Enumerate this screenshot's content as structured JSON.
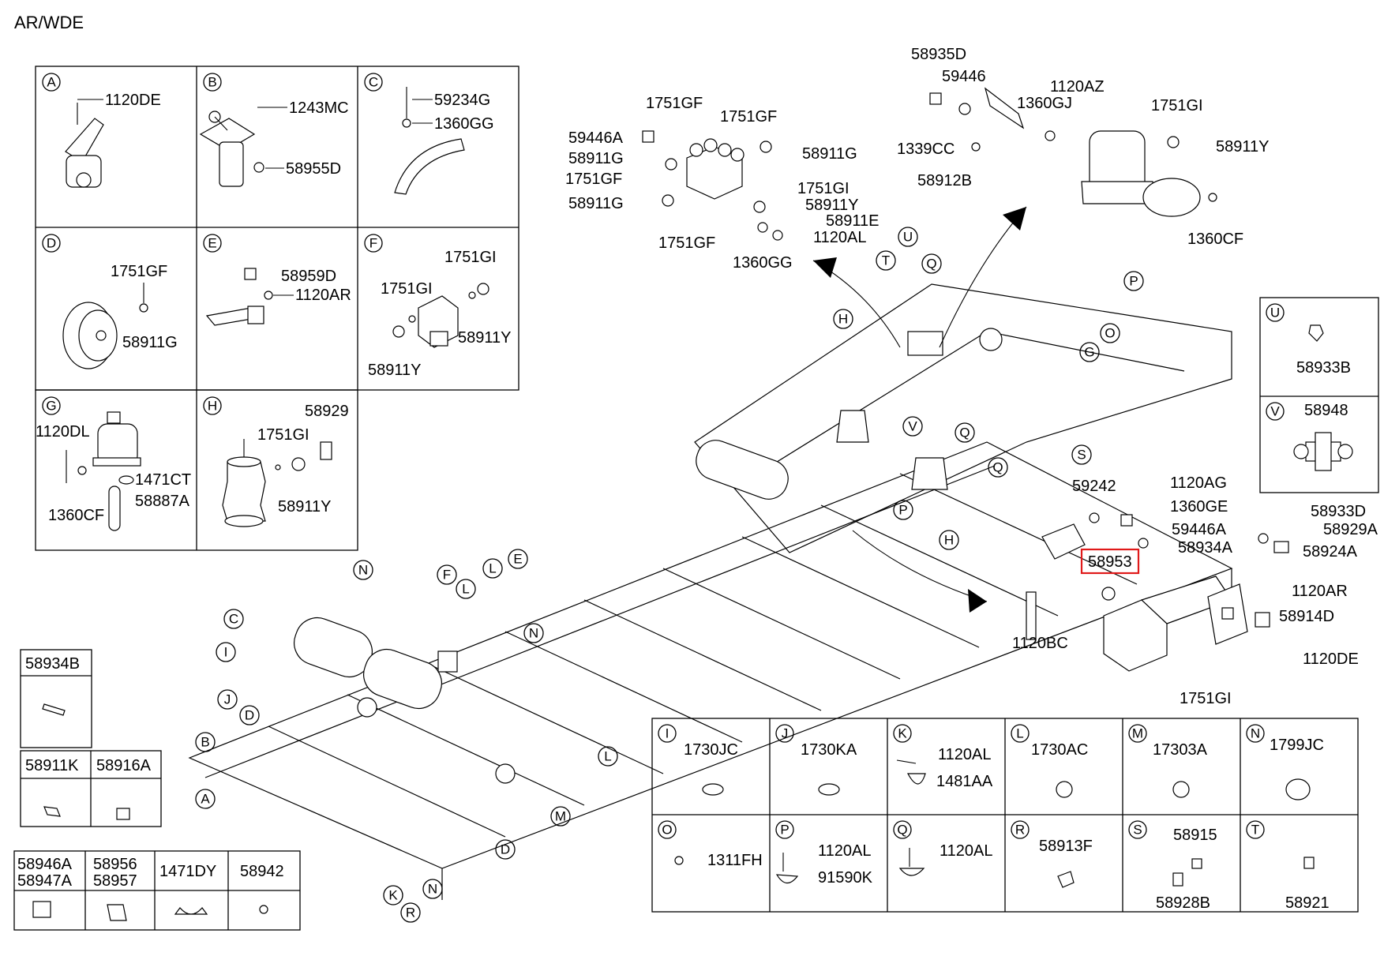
{
  "header": {
    "code": "AR/WDE"
  },
  "highlight_color": "#e01a1a",
  "highlighted_part": "58953",
  "top_grid": [
    {
      "id": "A",
      "parts": [
        "1120DE"
      ]
    },
    {
      "id": "B",
      "parts": [
        "1243MC",
        "58955D"
      ]
    },
    {
      "id": "C",
      "parts": [
        "59234G",
        "1360GG"
      ]
    },
    {
      "id": "D",
      "parts": [
        "1751GF",
        "58911G"
      ]
    },
    {
      "id": "E",
      "parts": [
        "58959D",
        "1120AR"
      ]
    },
    {
      "id": "F",
      "parts": [
        "1751GI",
        "1751GI",
        "58911Y",
        "58911Y"
      ]
    },
    {
      "id": "G",
      "parts": [
        "1120DL",
        "1471CT",
        "1360CF",
        "58887A"
      ]
    },
    {
      "id": "H",
      "parts": [
        "58929",
        "1751GI",
        "58911Y"
      ]
    }
  ],
  "right_grid": [
    {
      "id": "U",
      "parts": [
        "58933B"
      ]
    },
    {
      "id": "V",
      "parts": [
        "58948"
      ]
    }
  ],
  "bottom_grid": [
    {
      "id": "I",
      "parts": [
        "1730JC"
      ]
    },
    {
      "id": "J",
      "parts": [
        "1730KA"
      ]
    },
    {
      "id": "K",
      "parts": [
        "1120AL",
        "1481AA"
      ]
    },
    {
      "id": "L",
      "parts": [
        "1730AC"
      ]
    },
    {
      "id": "M",
      "parts": [
        "17303A"
      ]
    },
    {
      "id": "N",
      "parts": [
        "1799JC"
      ]
    },
    {
      "id": "O",
      "parts": [
        "1311FH"
      ]
    },
    {
      "id": "P",
      "parts": [
        "1120AL",
        "91590K"
      ]
    },
    {
      "id": "Q",
      "parts": [
        "1120AL"
      ]
    },
    {
      "id": "R",
      "parts": [
        "58913F"
      ]
    },
    {
      "id": "S",
      "parts": [
        "58915",
        "58928B"
      ]
    },
    {
      "id": "T",
      "parts": [
        "58921"
      ]
    }
  ],
  "left_grid": {
    "top": "58934B",
    "row2": [
      "58911K",
      "58916A"
    ],
    "row3": [
      "58946A",
      "58947A",
      "58956",
      "58957",
      "1471DY",
      "58942"
    ]
  },
  "valve_group": [
    "1751GF",
    "1751GF",
    "59446A",
    "58911G",
    "58911G",
    "1751GF",
    "58911G",
    "1751GI",
    "58911Y",
    "58911E",
    "1120AL",
    "1751GF",
    "1360GG"
  ],
  "tank_group": [
    "58935D",
    "59446",
    "1120AZ",
    "1360GJ",
    "1751GI",
    "58911Y",
    "1339CC",
    "58912B",
    "1360CF"
  ],
  "module_group": [
    "59242",
    "1120AG",
    "1360GE",
    "58933D",
    "59446A",
    "58929A",
    "58934A",
    "58924A",
    "58953",
    "1120AR",
    "58914D",
    "1120BC",
    "1120DE",
    "1751GI"
  ],
  "chassis_callouts": [
    "U",
    "T",
    "Q",
    "P",
    "O",
    "G",
    "H",
    "V",
    "Q",
    "Q",
    "S",
    "P",
    "H",
    "N",
    "F",
    "L",
    "E",
    "L",
    "C",
    "I",
    "N",
    "J",
    "D",
    "B",
    "A",
    "K",
    "R",
    "N",
    "M",
    "D",
    "L"
  ]
}
